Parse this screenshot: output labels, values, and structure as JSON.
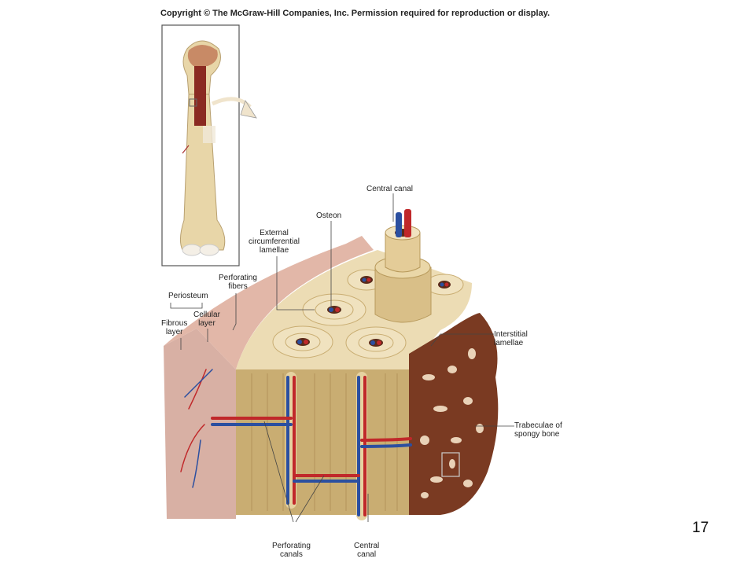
{
  "copyright": "Copyright © The McGraw-Hill Companies, Inc. Permission required for reproduction or display.",
  "slide_number": "17",
  "labels": {
    "central_canal_top": "Central canal",
    "osteon": "Osteon",
    "external_circumferential_lamellae": "External\ncircumferential\nlamellae",
    "perforating_fibers": "Perforating\nfibers",
    "periosteum": "Periosteum",
    "fibrous_layer": "Fibrous\nlayer",
    "cellular_layer": "Cellular\nlayer",
    "interstitial_lamellae": "Interstitial\nlamellae",
    "trabeculae": "Trabeculae of\nspongy bone",
    "perforating_canals": "Perforating\ncanals",
    "central_canal_bottom": "Central\ncanal"
  },
  "colors": {
    "bone": "#e3cf9f",
    "bone_dark": "#b89a5c",
    "periosteum": "#d9a89a",
    "spongy": "#7a3a22",
    "artery": "#c0282a",
    "vein": "#2b4fa0"
  }
}
